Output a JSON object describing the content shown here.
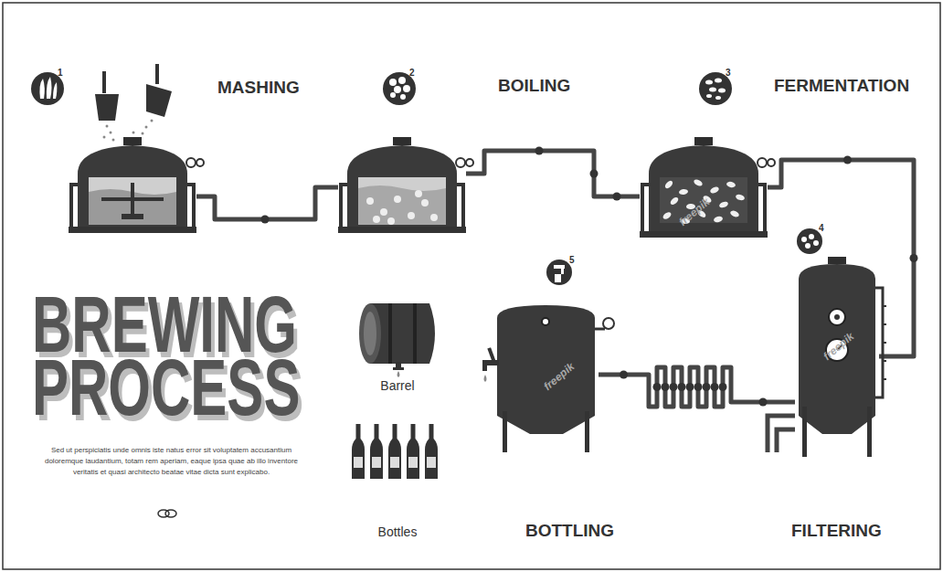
{
  "diagram": {
    "title": "BREWING PROCESS",
    "caption": "Sed ut perspiciatis unde omnis iste natus error sit voluptatem accusantium doloremque laudantium, totam rem aperiam, eaque ipsa quae ab illo inventore veritatis et quasi architecto beatae vitae dicta sunt explicabo.",
    "nodes": [
      {
        "text": [
          "MASHING"
        ]
      },
      {
        "text": [
          "BOILING"
        ]
      },
      {
        "text": [
          "FERMENTATION"
        ]
      },
      {
        "text": [
          "FILTERING"
        ]
      },
      {
        "text": [
          "BOTTLING"
        ]
      }
    ],
    "edges": [
      {
        "from": 0,
        "to": 1,
        "arrow": "none"
      },
      {
        "from": 1,
        "to": 2,
        "arrow": "none"
      },
      {
        "from": 2,
        "to": 3,
        "arrow": "none"
      },
      {
        "from": 3,
        "to": 4,
        "arrow": "none"
      }
    ],
    "labels": [
      "1",
      "2",
      "3",
      "4",
      "5",
      "Barrel",
      "Bottles",
      "freepik",
      "freepik",
      "freepik"
    ]
  }
}
